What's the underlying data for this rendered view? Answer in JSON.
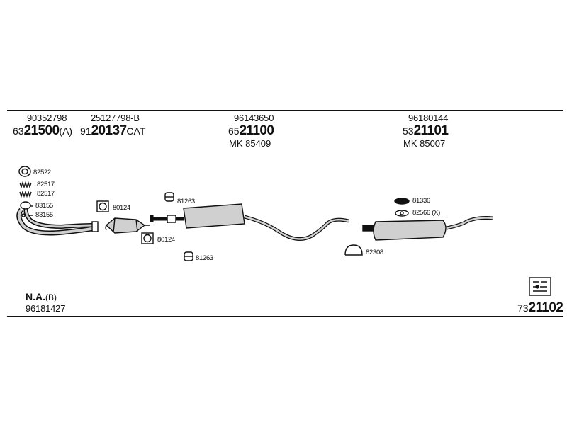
{
  "header": {
    "col1": {
      "oe": "90352798",
      "prefix": "63",
      "part": "21500",
      "suffix": "(A)"
    },
    "col2": {
      "oe": "25127798-B",
      "prefix": "91",
      "part": "20137",
      "suffix": "CAT"
    },
    "col3": {
      "oe": "96143650",
      "prefix": "65",
      "part": "21100",
      "mk": "MK  85409"
    },
    "col4": {
      "oe": "96180144",
      "prefix": "53",
      "part": "21101",
      "mk": "MK  85007"
    }
  },
  "labels": {
    "l82522": "82522",
    "l82517a": "82517",
    "l82517b": "82517",
    "l83155a": "83155",
    "l83155b": "83155",
    "l80124a": "80124",
    "l80124b": "80124",
    "l81263a": "81263",
    "l81263b": "81263",
    "l81336": "81336",
    "l82566": "82566 (X)",
    "l82308": "82308"
  },
  "footer": {
    "na": "N.A.",
    "na_suffix": "(B)",
    "oe": "96181427",
    "kit_prefix": "73",
    "kit_part": "21102"
  },
  "colors": {
    "ink": "#111111",
    "pipe_fill": "#d0d0d0",
    "background": "#ffffff"
  },
  "icons": {
    "kit": "kit-box-icon"
  }
}
